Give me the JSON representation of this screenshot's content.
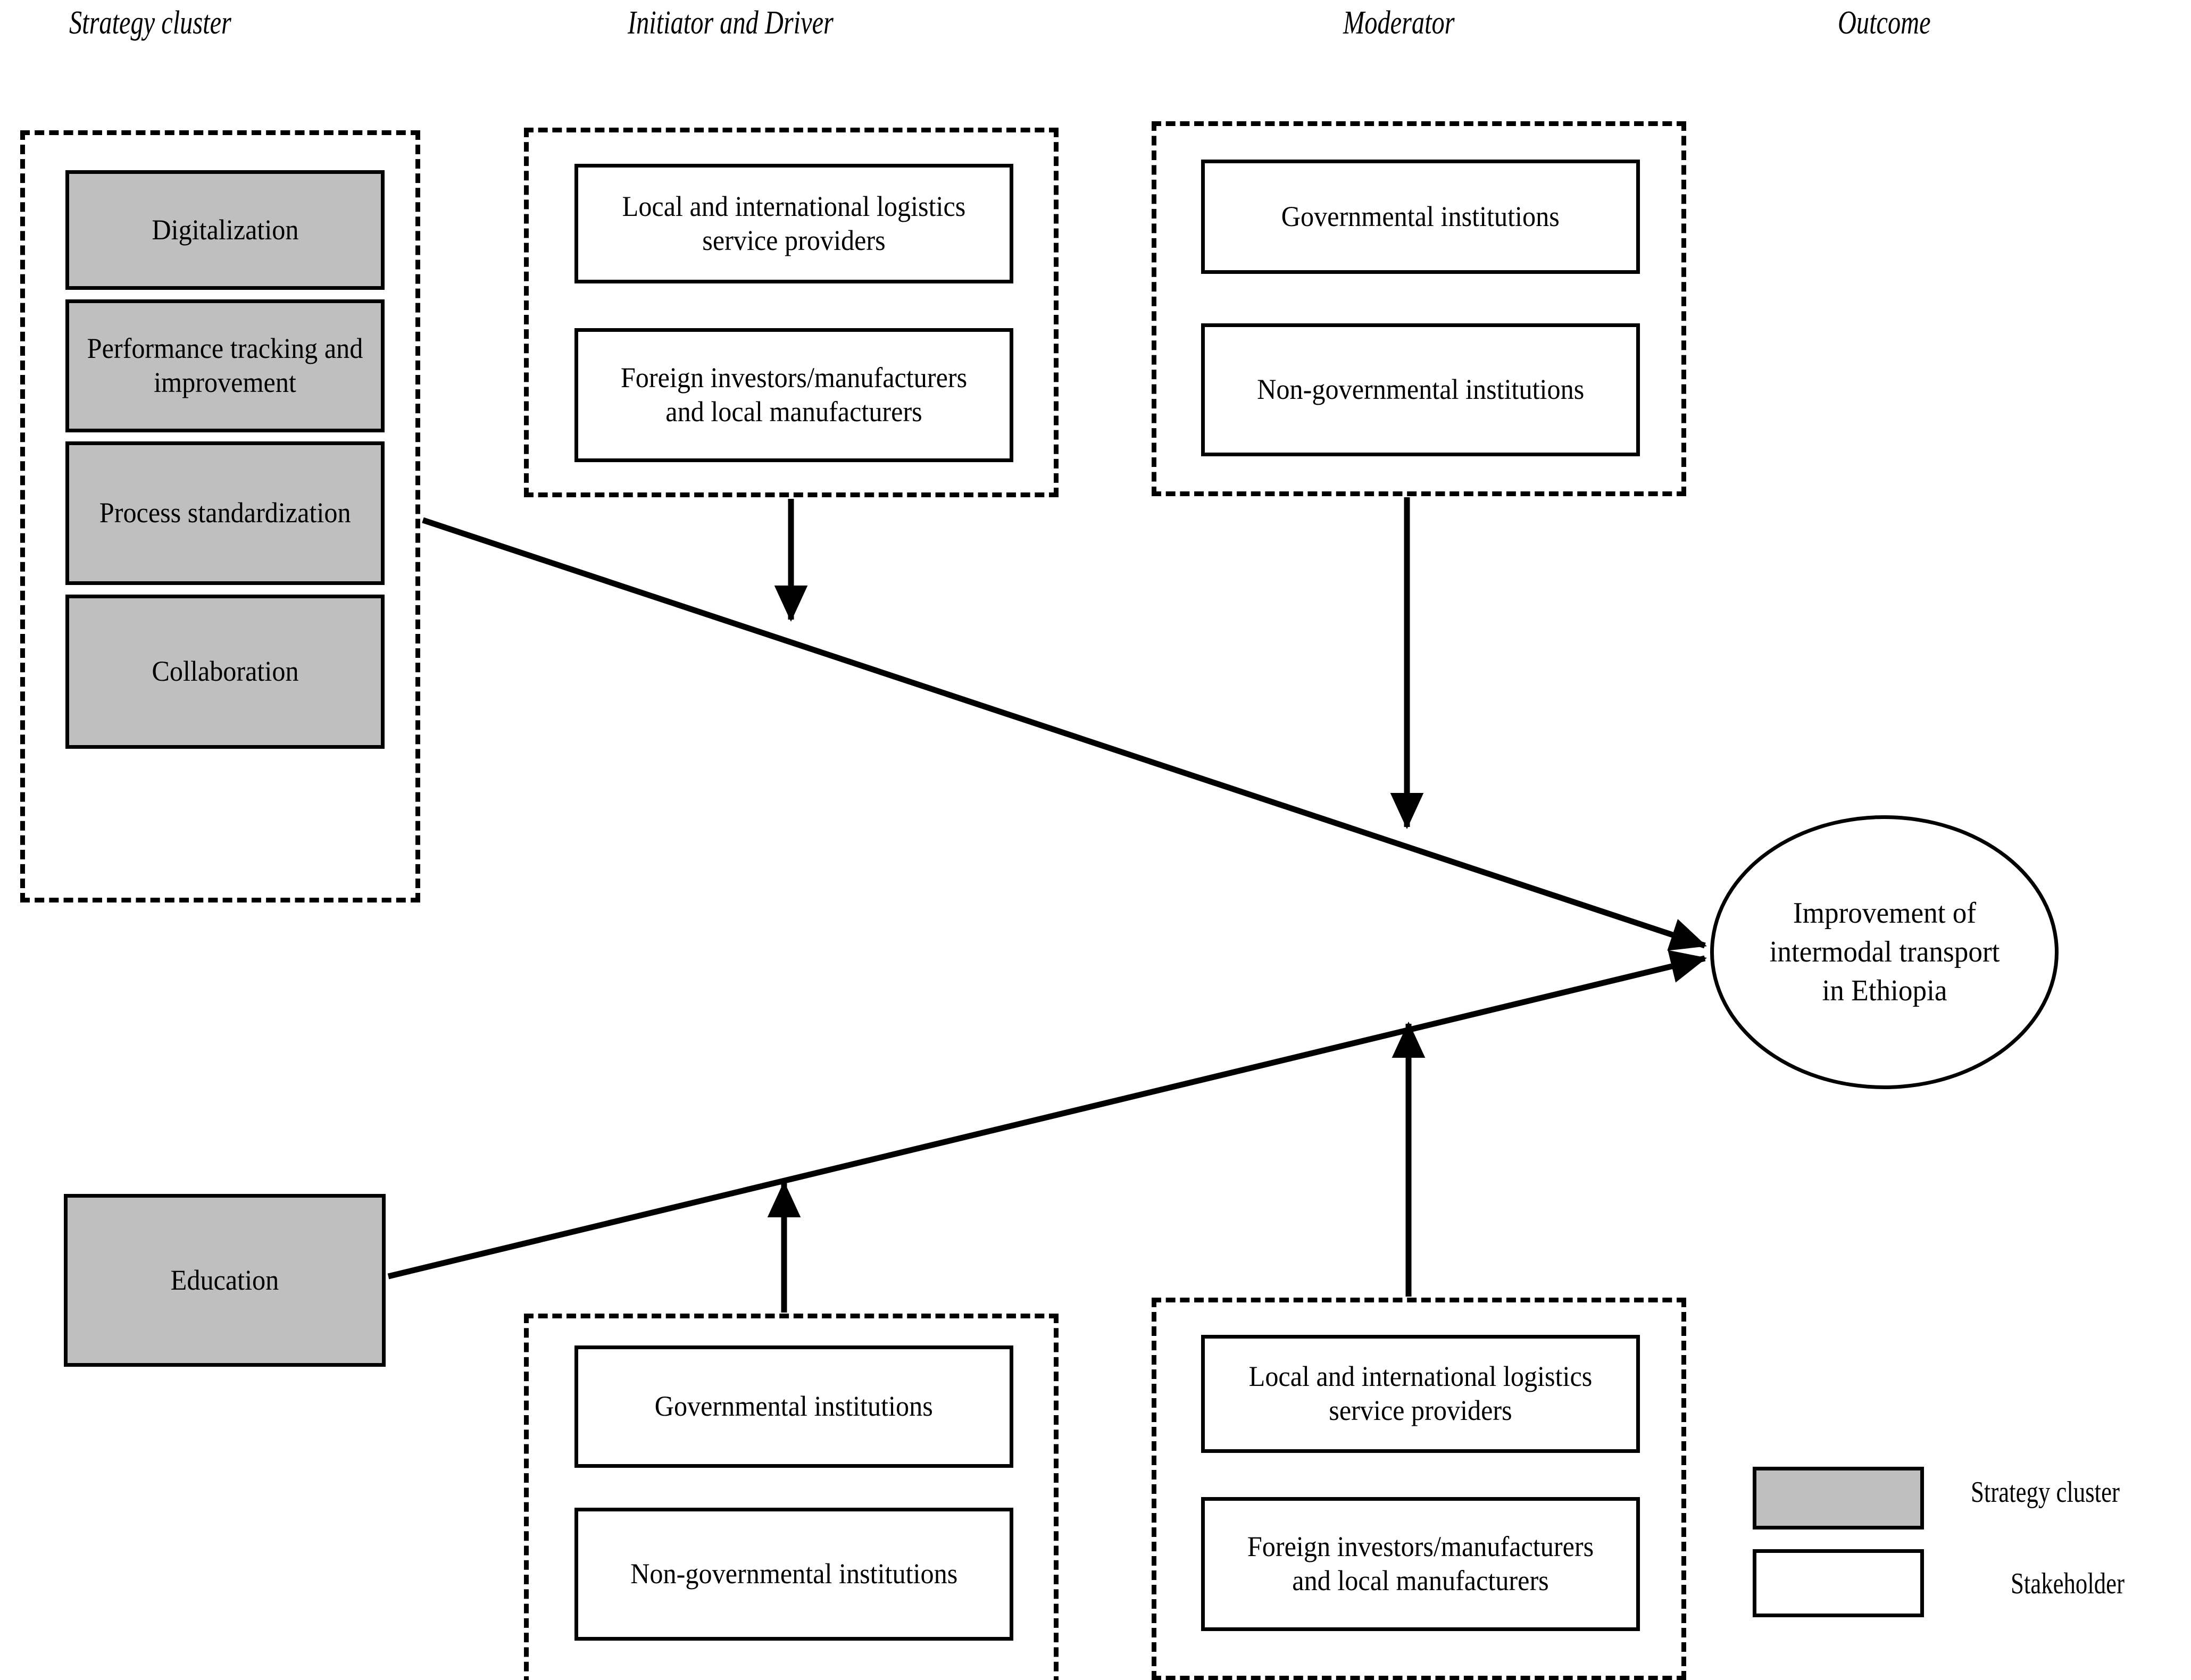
{
  "diagram": {
    "title_headers": [
      {
        "id": "strategy-cluster",
        "label": "Strategy cluster"
      },
      {
        "id": "initiator-driver",
        "label": "Initiator and Driver"
      },
      {
        "id": "moderator",
        "label": "Moderator"
      },
      {
        "id": "outcome",
        "label": "Outcome"
      }
    ],
    "strategy_cluster_group": {
      "nodes": [
        {
          "label": "Digitalization",
          "type": "strategy-cluster"
        },
        {
          "label": "Performance tracking and improvement",
          "type": "strategy-cluster"
        },
        {
          "label": "Process standardization",
          "type": "strategy-cluster"
        },
        {
          "label": "Collaboration",
          "type": "strategy-cluster"
        }
      ]
    },
    "education_node": {
      "label": "Education",
      "type": "strategy-cluster"
    },
    "initiator_driver_top_group": {
      "nodes": [
        {
          "label": "Local and international logistics service providers",
          "type": "stakeholder"
        },
        {
          "label": "Foreign investors/manufacturers and local manufacturers",
          "type": "stakeholder"
        }
      ]
    },
    "moderator_top_group": {
      "nodes": [
        {
          "label": "Governmental institutions",
          "type": "stakeholder"
        },
        {
          "label": "Non-governmental institutions",
          "type": "stakeholder"
        }
      ]
    },
    "initiator_driver_bottom_group": {
      "nodes": [
        {
          "label": "Governmental institutions",
          "type": "stakeholder"
        },
        {
          "label": "Non-governmental institutions",
          "type": "stakeholder"
        }
      ]
    },
    "moderator_bottom_group": {
      "nodes": [
        {
          "label": "Local and international logistics service providers",
          "type": "stakeholder"
        },
        {
          "label": "Foreign investors/manufacturers and local manufacturers",
          "type": "stakeholder"
        }
      ]
    },
    "outcome_node": {
      "label": "Improvement of intermodal transport in Ethiopia"
    },
    "legend": {
      "items": [
        {
          "swatch": "gray",
          "label": "Strategy cluster"
        },
        {
          "swatch": "white",
          "label": "Stakeholder"
        }
      ]
    },
    "colors": {
      "strategy_cluster_fill": "#BFBFBF",
      "stakeholder_fill": "#FFFFFF",
      "stroke": "#000000",
      "background": "#FFFFFF"
    },
    "edges": [
      {
        "from": "strategy-cluster-group",
        "to": "outcome-node",
        "style": "solid-arrow"
      },
      {
        "from": "education-node",
        "to": "outcome-node",
        "style": "solid-arrow"
      },
      {
        "from": "initiator-driver-top-group",
        "to": "strategy-outcome-edge",
        "style": "solid-arrow-down"
      },
      {
        "from": "moderator-top-group",
        "to": "strategy-outcome-edge",
        "style": "solid-arrow-down"
      },
      {
        "from": "initiator-driver-bottom-group",
        "to": "education-outcome-edge",
        "style": "solid-arrow-up"
      },
      {
        "from": "moderator-bottom-group",
        "to": "education-outcome-edge",
        "style": "solid-arrow-up"
      }
    ]
  }
}
